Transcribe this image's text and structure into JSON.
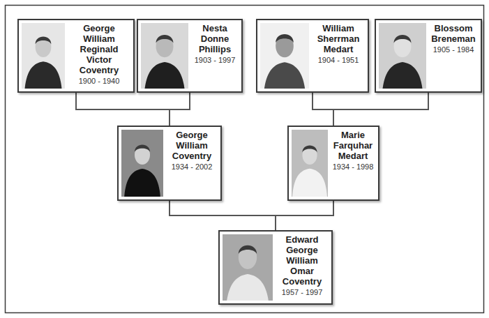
{
  "diagram": {
    "nodes": [
      {
        "text": [
          "George William Reginald Victor Coventry",
          "1900 - 1940"
        ]
      },
      {
        "text": [
          "Nesta Donne Phillips",
          "1903 - 1997"
        ]
      },
      {
        "text": [
          "William Sherrman Medart",
          "1904 - 1951"
        ]
      },
      {
        "text": [
          "Blossom Breneman",
          "1905 - 1984"
        ]
      },
      {
        "text": [
          "George William Coventry",
          "1934 - 2002"
        ]
      },
      {
        "text": [
          "Marie Farquhar Medart",
          "1934 - 1998"
        ]
      },
      {
        "text": [
          "Edward George William Omar Coventry",
          "1957 - 1997"
        ]
      }
    ],
    "edges": [
      {
        "from": 0,
        "to": 4,
        "arrow": "none"
      },
      {
        "from": 1,
        "to": 4,
        "arrow": "none"
      },
      {
        "from": 2,
        "to": 5,
        "arrow": "none"
      },
      {
        "from": 3,
        "to": 5,
        "arrow": "none"
      },
      {
        "from": 4,
        "to": 6,
        "arrow": "none"
      },
      {
        "from": 5,
        "to": 6,
        "arrow": "none"
      }
    ]
  }
}
